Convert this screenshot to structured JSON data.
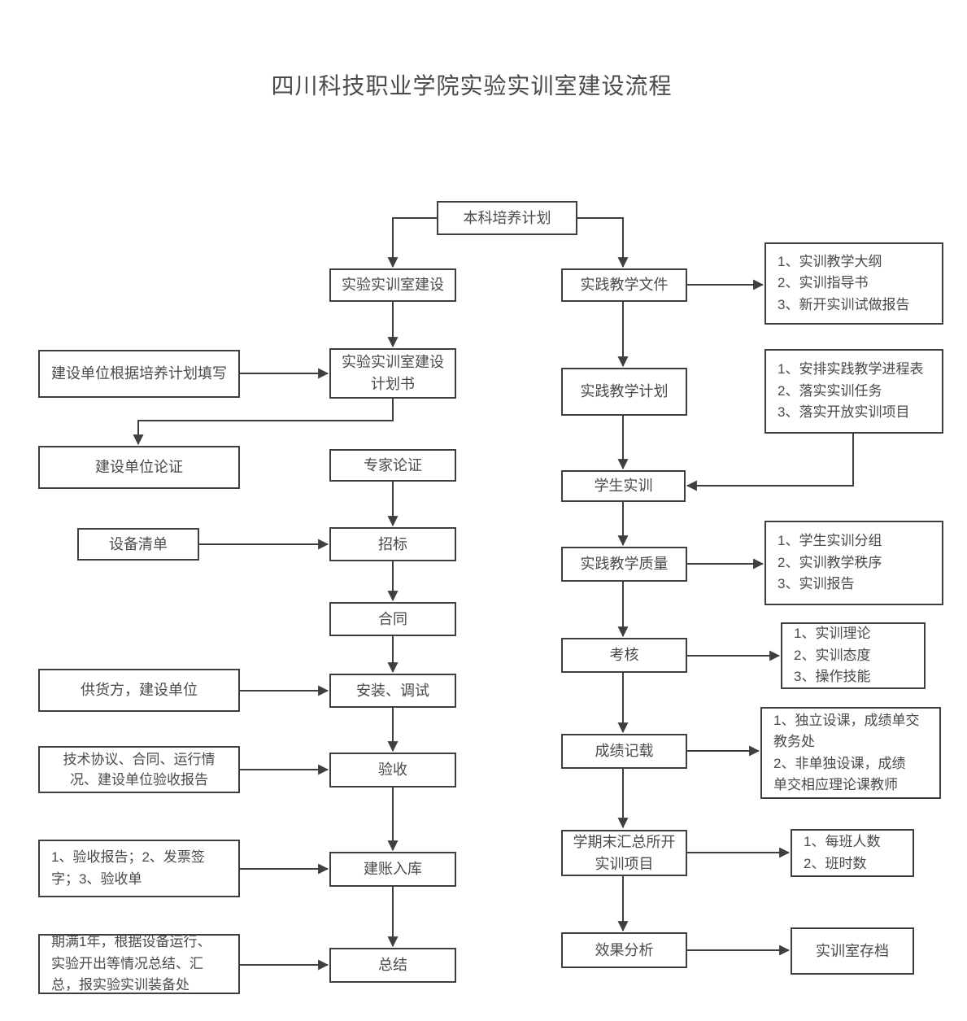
{
  "page": {
    "title": "四川科技职业学院实验实训室建设流程"
  },
  "colors": {
    "line": "#3f3f3f",
    "text": "#4a4a4a",
    "background": "#ffffff"
  },
  "nodes": {
    "benke": {
      "label": "本科培养计划"
    },
    "shixun_jianshe": {
      "label": "实验实训室建设"
    },
    "jiaoxue_wenjian": {
      "label": "实践教学文件"
    },
    "note_dagang": {
      "label": "1、实训教学大纲\n2、实训指导书\n3、新开实训试做报告"
    },
    "tianxie": {
      "label": "建设单位根据培养计划填写"
    },
    "jihuashu": {
      "label": "实验实训室建设\n计划书"
    },
    "jiaoxue_jihua": {
      "label": "实践教学计划"
    },
    "note_anpai": {
      "label": "1、安排实践教学进程表\n2、落实实训任务\n3、落实开放实训项目"
    },
    "danwei_lunzheng": {
      "label": "建设单位论证"
    },
    "zhuanjia_lunzheng": {
      "label": "专家论证"
    },
    "shebei_qingdan": {
      "label": "设备清单"
    },
    "zhaobiao": {
      "label": "招标"
    },
    "hetong": {
      "label": "合同"
    },
    "gonghuofang": {
      "label": "供货方，建设单位"
    },
    "anzhuang": {
      "label": "安装、调试"
    },
    "jishu_xieyi": {
      "label": "技术协议、合同、运行情\n况、建设单位验收报告"
    },
    "yanshou": {
      "label": "验收"
    },
    "note_yanshou": {
      "label": "1、验收报告；2、发票签\n字；3、验收单"
    },
    "jianzhang": {
      "label": "建账入库"
    },
    "qiman": {
      "label": "期满1年，根据设备运行、\n实验开出等情况总结、汇\n总，报实验实训装备处"
    },
    "zongjie": {
      "label": "总结"
    },
    "xuesheng_shixun": {
      "label": "学生实训"
    },
    "jiaoxue_zhiliang": {
      "label": "实践教学质量"
    },
    "note_fenzu": {
      "label": "1、学生实训分组\n2、实训教学秩序\n3、实训报告"
    },
    "kaohe": {
      "label": "考核"
    },
    "note_lilun": {
      "label": "1、实训理论\n2、实训态度\n3、操作技能"
    },
    "chengji": {
      "label": "成绩记载"
    },
    "note_sheke": {
      "label": "1、独立设课，成绩单交\n教务处\n 2、非单独设课，成绩\n单交相应理论课教师"
    },
    "huizong": {
      "label": "学期末汇总所开\n实训项目"
    },
    "note_renshu": {
      "label": "1、每班人数\n2、班时数"
    },
    "xiaoguo": {
      "label": "效果分析"
    },
    "cundang": {
      "label": "实训室存档"
    }
  }
}
